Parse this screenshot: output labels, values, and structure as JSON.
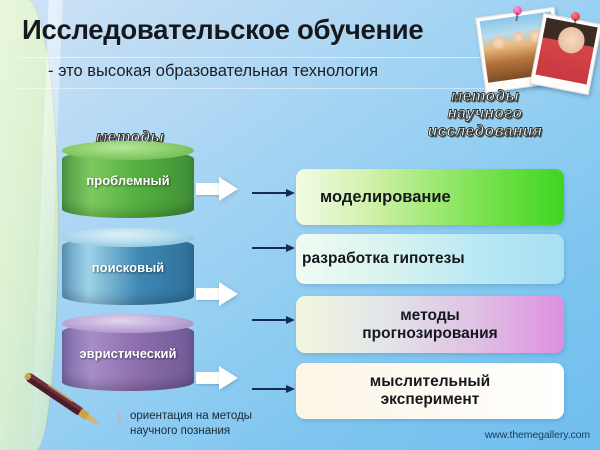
{
  "slide": {
    "title": "Исследовательское обучение",
    "subtitle": "- это высокая образовательная технология",
    "footnote": "ориентация на методы научного познания",
    "site": "www.themegallery.com"
  },
  "wordart": {
    "left": "методы",
    "right_line1": "методы",
    "right_line2": "научного",
    "right_line3": "исследования"
  },
  "cylinders": [
    {
      "label": "проблемный",
      "color": "#56b241"
    },
    {
      "label": "поисковый",
      "color": "#3f88b4"
    },
    {
      "label": "эвристический",
      "color": "#8f6fae"
    }
  ],
  "boxes": [
    {
      "line1": "моделирование",
      "line2": "",
      "color": "#3fd521"
    },
    {
      "line1": "разработка гипотезы",
      "line2": "",
      "color": "#a8dff2"
    },
    {
      "line1": "методы",
      "line2": "прогнозирования",
      "color": "#dd8fe0"
    },
    {
      "line1": "мыслительный",
      "line2": "эксперимент",
      "color": "#fdf6e6"
    }
  ],
  "icons": {
    "block_arrow": "block-arrow-right-icon",
    "line_arrow": "line-arrow-right-icon",
    "photo_a": "classroom-children-photo",
    "photo_b": "girl-portrait-photo",
    "pin_a": "pink-pushpin-icon",
    "pin_b": "red-pushpin-icon",
    "pen": "fountain-pen-icon"
  }
}
